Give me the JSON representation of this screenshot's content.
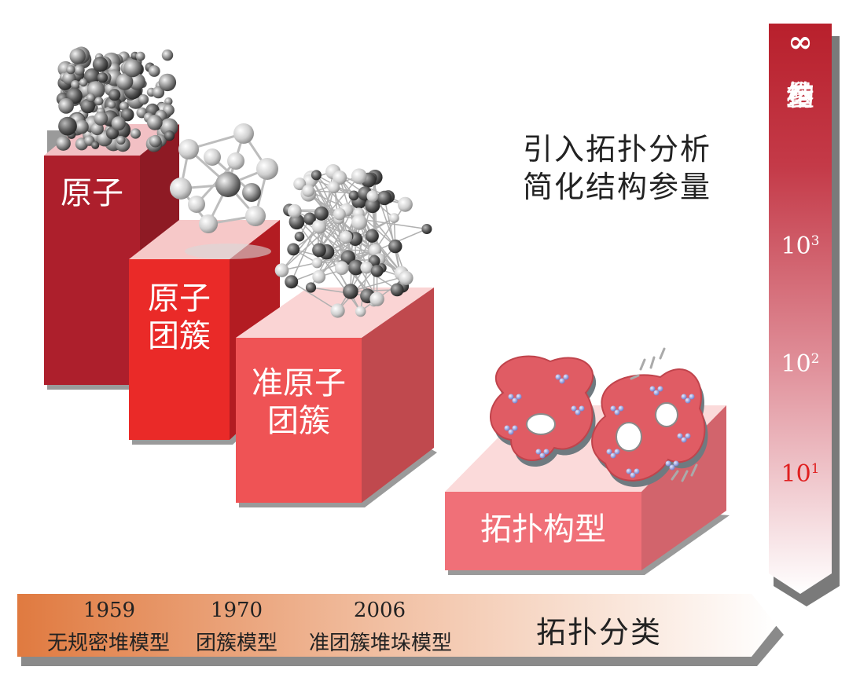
{
  "blocks": {
    "atom": "原子",
    "cluster_line1": "原子",
    "cluster_line2": "团簇",
    "quasi_line1": "准原子",
    "quasi_line2": "团簇",
    "topology": "拓扑构型"
  },
  "note": {
    "line1": "引入拓扑分析",
    "line2": "简化结构参量"
  },
  "vertical_axis": {
    "infinity": "∞",
    "label_chars": [
      "结",
      "构",
      "参",
      "量"
    ],
    "ticks": [
      {
        "base": "10",
        "exp": "3",
        "color": "#ffffff"
      },
      {
        "base": "10",
        "exp": "2",
        "color": "#ffffff"
      },
      {
        "base": "10",
        "exp": "1",
        "color": "#e02020"
      }
    ],
    "colors": {
      "top": "#b8202c",
      "bottom": "#ffffff"
    }
  },
  "timeline": {
    "items": [
      {
        "year": "1959",
        "name": "无规密堆模型"
      },
      {
        "year": "1970",
        "name": "团簇模型"
      },
      {
        "year": "2006",
        "name": "准团簇堆垛模型"
      }
    ],
    "end_label": "拓扑分类",
    "colors": {
      "start": "#e07a40",
      "end": "#ffffff"
    }
  },
  "icons": {
    "atom_structure": "sphere-packing-icon",
    "cluster_structure": "icosahedral-cluster-icon",
    "quasi_structure": "quasi-cluster-network-icon",
    "topology_structure": "torus-shapes-icon"
  }
}
